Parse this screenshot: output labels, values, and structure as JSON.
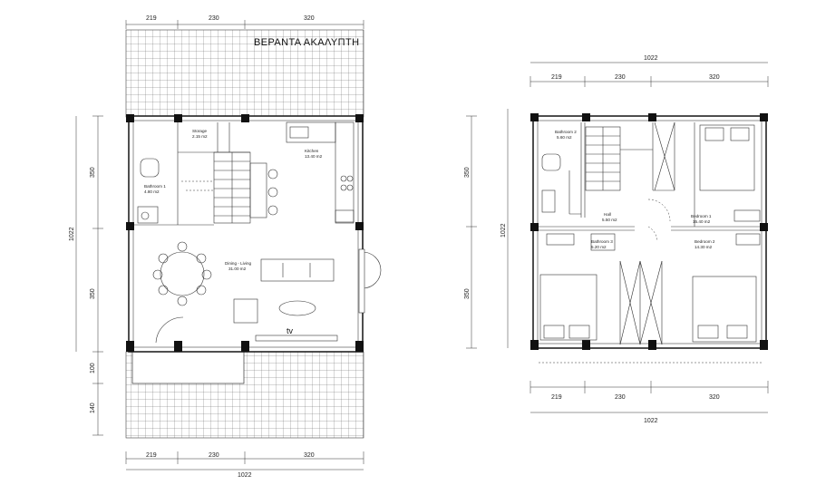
{
  "ground_floor": {
    "veranda_label": "ΒΕΡΑΝΤΑ ΑΚΑΛΥΠΤΗ",
    "top_dims": [
      "219",
      "230",
      "320"
    ],
    "bottom_dims": [
      "219",
      "230",
      "320"
    ],
    "total_width": "1022",
    "left_dims": [
      "350",
      "350",
      "100",
      "140"
    ],
    "total_height": "1022",
    "rooms": {
      "storage": "Storage",
      "storage_area": "2.15 m2",
      "kitchen": "Kitchen",
      "kitchen_area": "13.40 m2",
      "bathroom": "Bathroom 1",
      "bathroom_area": "4.80 m2",
      "dining": "Dining - Living",
      "dining_area": "31.00 m2"
    },
    "tv_label": "tv"
  },
  "first_floor": {
    "top_total": "1022",
    "top_dims": [
      "219",
      "230",
      "320"
    ],
    "bottom_dims": [
      "219",
      "230",
      "320"
    ],
    "bottom_total": "1022",
    "left_dims": [
      "350",
      "350"
    ],
    "total_height": "1022",
    "rooms": {
      "bath2": "Bathroom 2",
      "bath2_area": "5.60 m2",
      "hall": "Hall",
      "hall_area": "5.50 m2",
      "bed1": "Bedroom 1",
      "bed1_area": "15.40 m2",
      "bath3": "Bathroom 3",
      "bath3_area": "5.20 m2",
      "bed2": "Bedroom 2",
      "bed2_area": "14.30 m2"
    }
  }
}
